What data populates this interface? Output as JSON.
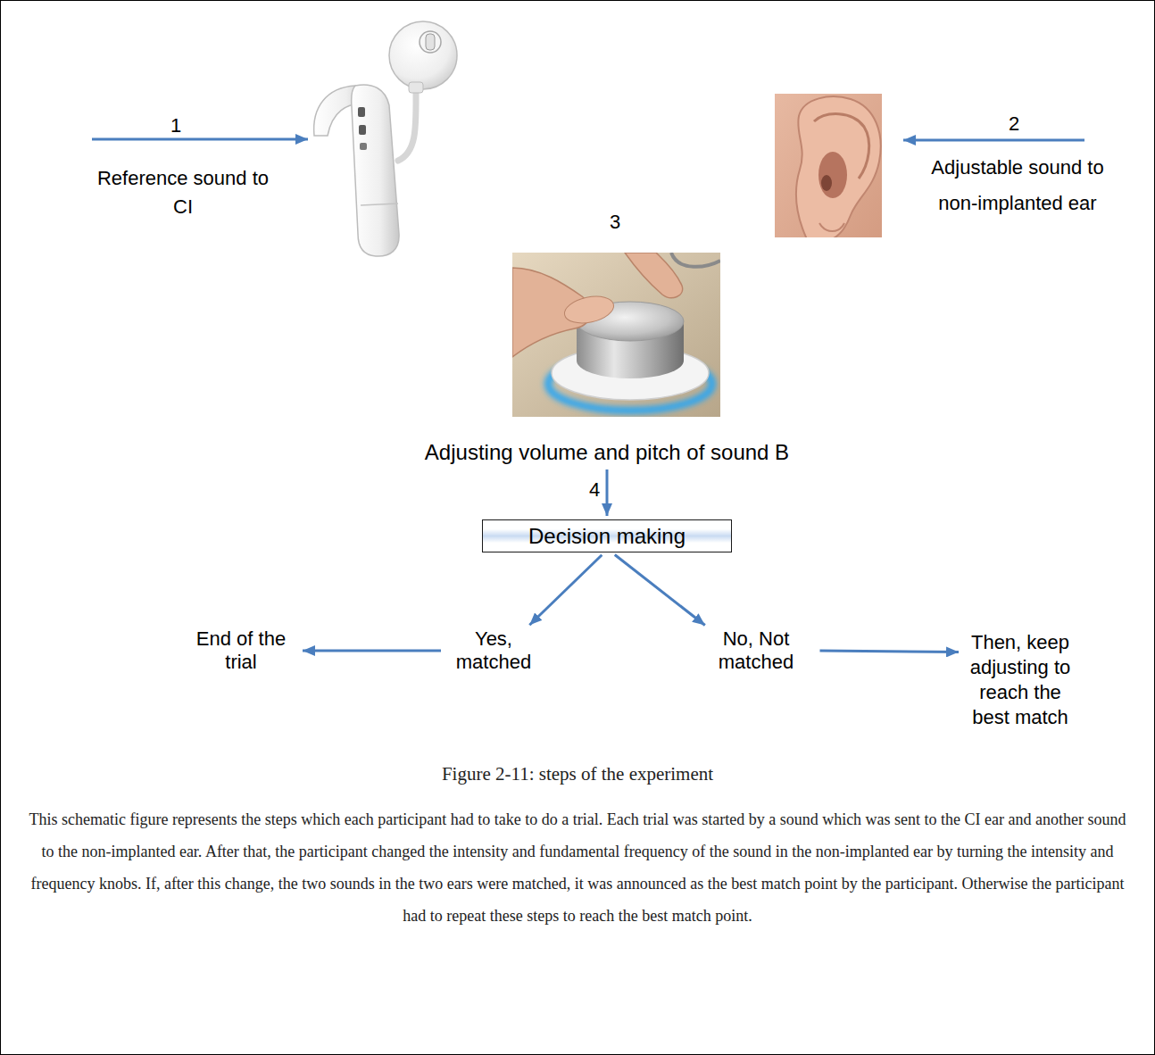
{
  "diagram": {
    "caption": "Figure 2-11: steps of the experiment",
    "nodes": [
      {
        "text": [
          "Adjusting volume and pitch of sound B"
        ]
      },
      {
        "text": [
          "Decision making"
        ]
      },
      {
        "text": [
          "Yes, matched"
        ]
      },
      {
        "text": [
          "No, Not matched"
        ]
      },
      {
        "text": [
          "End of the trial"
        ]
      },
      {
        "text": [
          "Then, keep adjusting to reach the best match"
        ]
      }
    ],
    "edges": [
      {
        "from": 0,
        "to": 1,
        "arrow": "to"
      },
      {
        "from": 1,
        "to": 2,
        "arrow": "to"
      },
      {
        "from": 1,
        "to": 3,
        "arrow": "to"
      },
      {
        "from": 2,
        "to": 4,
        "arrow": "to"
      },
      {
        "from": 3,
        "to": 5,
        "arrow": "to"
      }
    ],
    "labels": [
      "1",
      "Reference sound to CI",
      "2",
      "Adjustable sound to non-implanted ear",
      "3",
      "4",
      "This schematic figure represents the steps which each participant had to take to do a trial. Each trial was started by a sound which was sent to the CI ear and another sound to the non-implanted ear. After that, the participant changed the intensity and fundamental frequency of the sound in the non-implanted ear by turning the intensity and frequency knobs. If, after this change, the two sounds in the two ears were matched, it was announced as the best match point by the participant. Otherwise the participant had to repeat these steps to reach the best match point."
    ]
  }
}
